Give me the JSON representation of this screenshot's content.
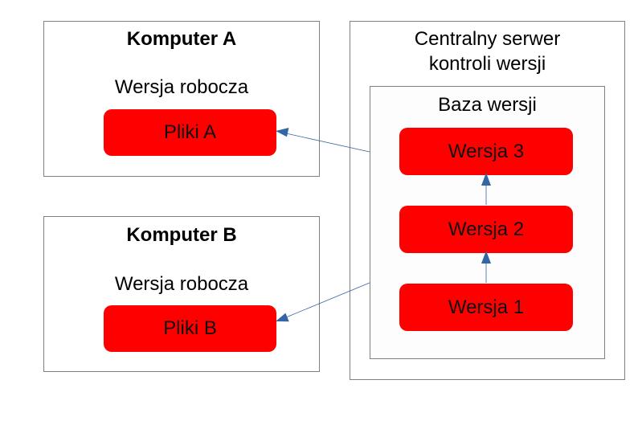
{
  "computer_a": {
    "title": "Komputer A",
    "subtitle": "Wersja robocza",
    "files": "Pliki A"
  },
  "computer_b": {
    "title": "Komputer B",
    "subtitle": "Wersja robocza",
    "files": "Pliki B"
  },
  "server": {
    "title_line1": "Centralny serwer",
    "title_line2": "kontroli wersji",
    "repository": {
      "title": "Baza wersji",
      "versions": [
        "Wersja 3",
        "Wersja 2",
        "Wersja 1"
      ]
    }
  },
  "colors": {
    "block_fill": "#ff0000",
    "arrow": "#3465a4",
    "border": "#808080"
  }
}
